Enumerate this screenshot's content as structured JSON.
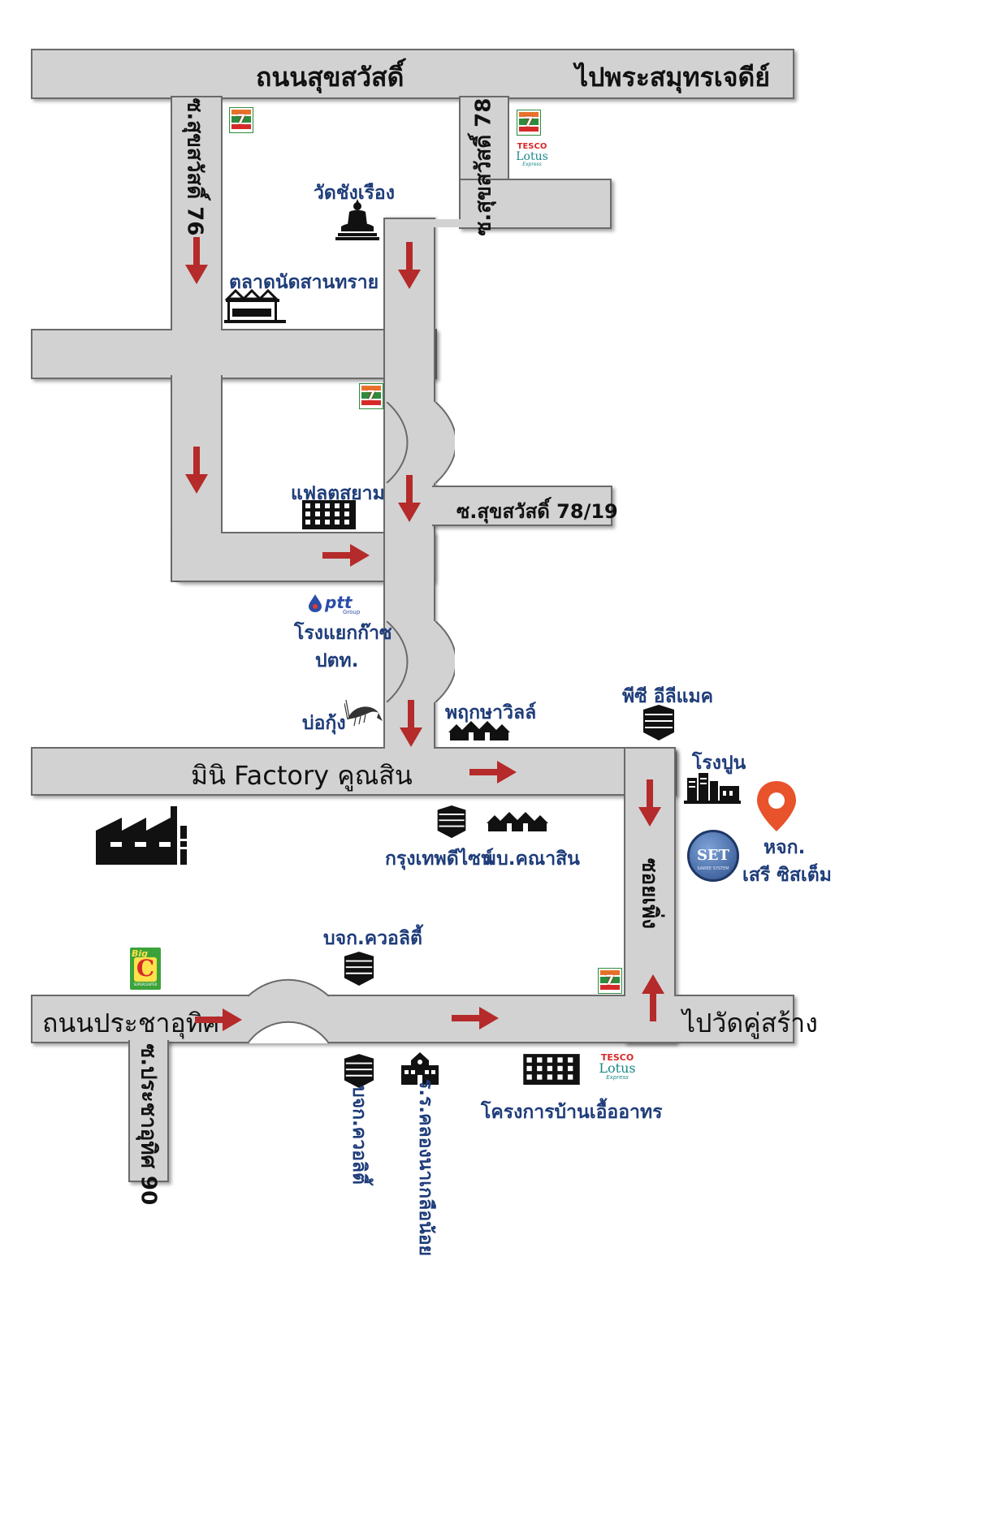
{
  "roads": {
    "sukhumvit": "ถนนสุขสวัสดิ์",
    "to_samut": "ไปพระสมุทรเจดีย์",
    "soi76": "ซ.สุขสวัสดิ์ 76",
    "soi78": "ซ.สุขสวัสดิ์ 78",
    "soi78_19": "ซ.สุขสวัสดิ์ 78/19",
    "mini_factory": "มินิ Factory คูณสิน",
    "soi_phueng": "ซอยเพิ่ง",
    "pracha_uthit": "ถนนประชาอุทิศ",
    "to_wat": "ไปวัดคู่สร้าง",
    "soi_pracha90": "ซ.ประชาอุทิศ 90"
  },
  "places": {
    "wat_chang_rueang": "วัดชังเรือง",
    "market": "ตลาดนัดสานทราย",
    "flat_siam": "แฟลตสยาม",
    "ptt_line1": "โรงแยกก๊าซ",
    "ptt_line2": "ปตท.",
    "shrimp_pond": "บ่อกุ้ง",
    "pruksa_ville": "พฤกษาวิลล์",
    "pc_emac": "พีซี อีลีแมค",
    "cement_plant": "โรงปูน",
    "hq_label": "หจก.",
    "hq_name": "เสรี ซิสเต็ม",
    "bangkok_design": "กรุงเทพดีไซน์",
    "khanasin_village": "มบ.คณาสิน",
    "quality_co": "บจก.ควอลิตี้",
    "quality_co_v": "บจก.ควอลิตี้",
    "school": "ร.ร.คลองนาเกลือน้อย",
    "housing_project": "โครงการบ้านเอื้ออาทร"
  },
  "brands": {
    "seven_eleven": "7-ELEVEn",
    "tesco": "TESCO",
    "lotus": "Lotus",
    "express": "Express",
    "ptt": "ptt",
    "ptt_group": "Group",
    "bigc_big": "Big",
    "bigc_c": "C",
    "bigc_sub": "SUPERCENTER",
    "set_logo": "SET",
    "set_tagline": "SAWEE SYSTEM"
  },
  "colors": {
    "road_fill": "#d2d2d2",
    "road_edge": "#6a6a6a",
    "arrow": "#b52a2a",
    "place_text": "#1f3d7a",
    "pin": "#e8532b"
  }
}
